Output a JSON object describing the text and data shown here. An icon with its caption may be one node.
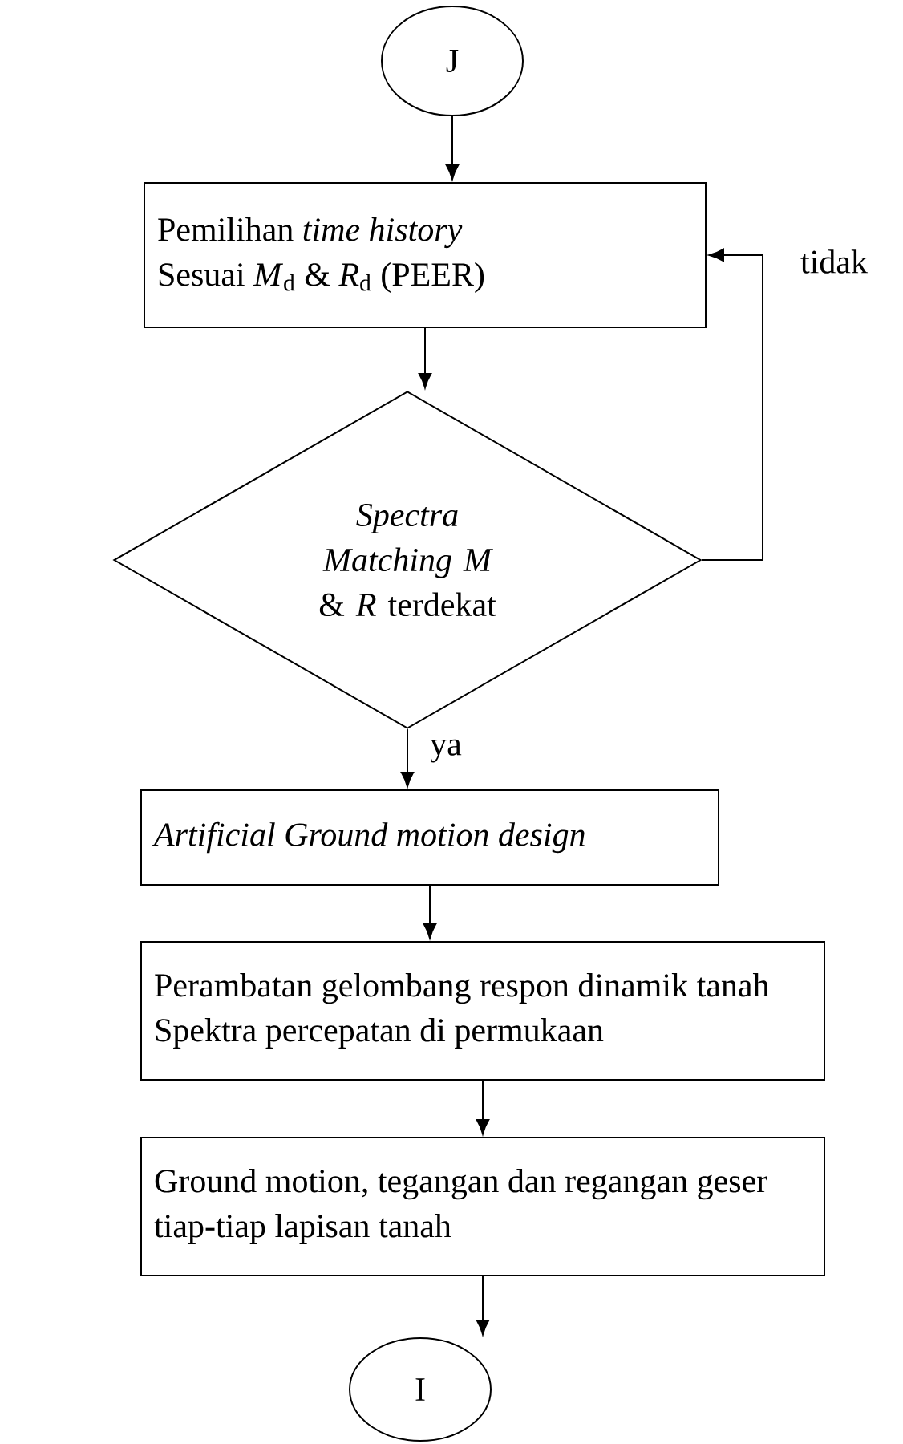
{
  "diagram": {
    "nodes": [
      {
        "text": [
          "J"
        ]
      },
      {
        "text": [
          "Pemilihan *time history* Sesuai *M*$_{d}$ & *R*$_{d}$ (PEER)"
        ]
      },
      {
        "text": [
          "*Spectra Matching M* & *R* terdekat"
        ]
      },
      {
        "text": [
          "Artificial Ground motion design"
        ]
      },
      {
        "text": [
          "Perambatan gelombang respon dinamik tanah Spektra percepatan di permukaan"
        ]
      },
      {
        "text": [
          "Ground motion, tegangan dan regangan geser tiap-tiap lapisan tanah"
        ]
      },
      {
        "text": [
          "I"
        ]
      }
    ],
    "edges": [
      {
        "from": 0,
        "to": 1,
        "arrow": "to"
      },
      {
        "from": 1,
        "to": 2,
        "arrow": "to"
      },
      {
        "from": 2,
        "to": 1,
        "arrow": "to",
        "label": "tidak"
      },
      {
        "from": 2,
        "to": 3,
        "arrow": "to",
        "label": "ya"
      },
      {
        "from": 3,
        "to": 4,
        "arrow": "to"
      },
      {
        "from": 4,
        "to": 5,
        "arrow": "to"
      },
      {
        "from": 5,
        "to": 6,
        "arrow": "to"
      }
    ]
  }
}
